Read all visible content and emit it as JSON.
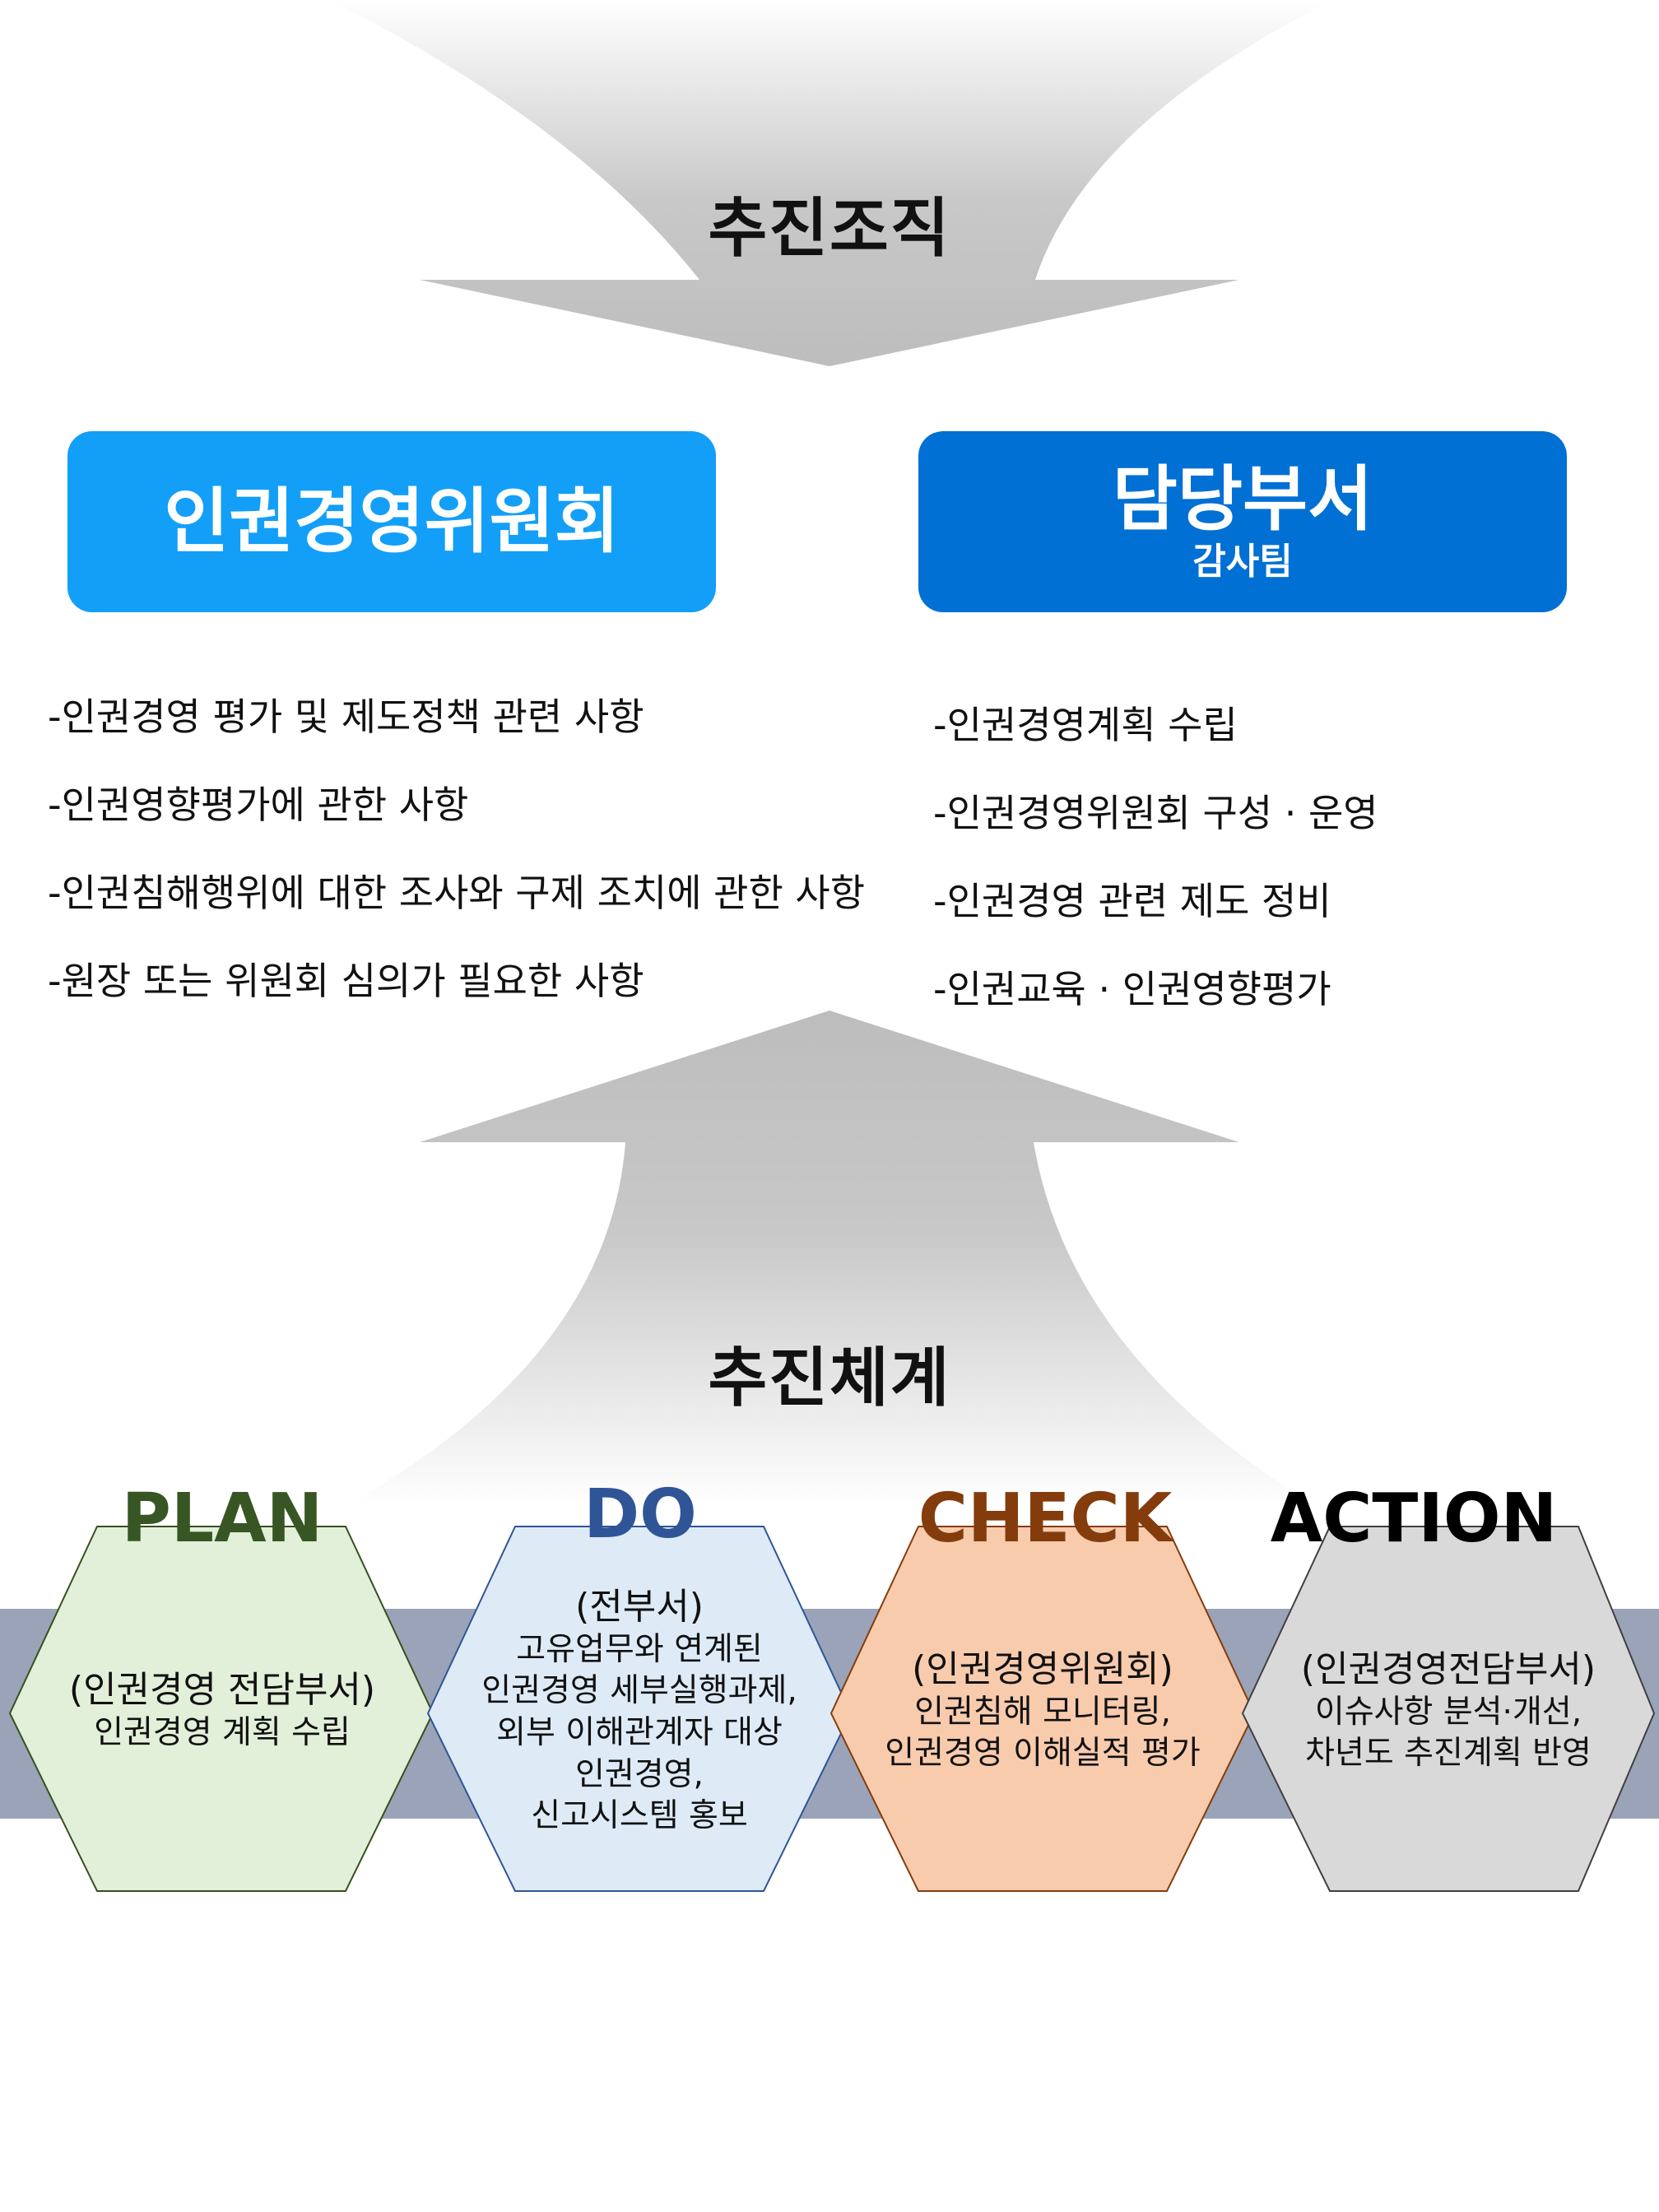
{
  "organization": {
    "title": "추진조직",
    "committee": {
      "name": "인권경영위원회",
      "color": "#139ff8",
      "duties": [
        "-인권경영 평가 및 제도정책 관련 사항",
        "-인권영향평가에 관한 사항",
        "-인권침해행위에 대한 조사와 구제 조치에 관한 사항",
        "-원장 또는 위원회 심의가 필요한 사항"
      ]
    },
    "department": {
      "name": "담당부서",
      "team": "감사팀",
      "color": "#0070d4",
      "duties": [
        "-인권경영계획 수립",
        "-인권경영위원회 구성 · 운영",
        "-인권경영 관련 제도 정비",
        "-인권교육 · 인권영향평가"
      ]
    }
  },
  "system": {
    "title": "추진체계",
    "band_color": "#9aa3b8",
    "stages": [
      {
        "label": "PLAN",
        "label_color": "#375623",
        "fill": "#e2efd9",
        "role": "(인권경영 전담부서)",
        "desc": [
          "인권경영 계획 수립"
        ]
      },
      {
        "label": "DO",
        "label_color": "#2f5597",
        "fill": "#deebf7",
        "role": "(전부서)",
        "desc": [
          "고유업무와 연계된",
          "인권경영 세부실행과제,",
          "외부 이해관계자 대상",
          "인권경영,",
          "신고시스템 홍보"
        ]
      },
      {
        "label": "CHECK",
        "label_color": "#843c0c",
        "fill": "#f8cbad",
        "role": "(인권경영위원회)",
        "desc": [
          "인권침해 모니터링,",
          "인권경영 이해실적 평가"
        ]
      },
      {
        "label": "ACTION",
        "label_color": "#000000",
        "fill": "#d9d9d9",
        "role": "(인권경영전담부서)",
        "desc": [
          "이슈사항 분석·개선,",
          "차년도 추진계획 반영"
        ]
      }
    ]
  }
}
